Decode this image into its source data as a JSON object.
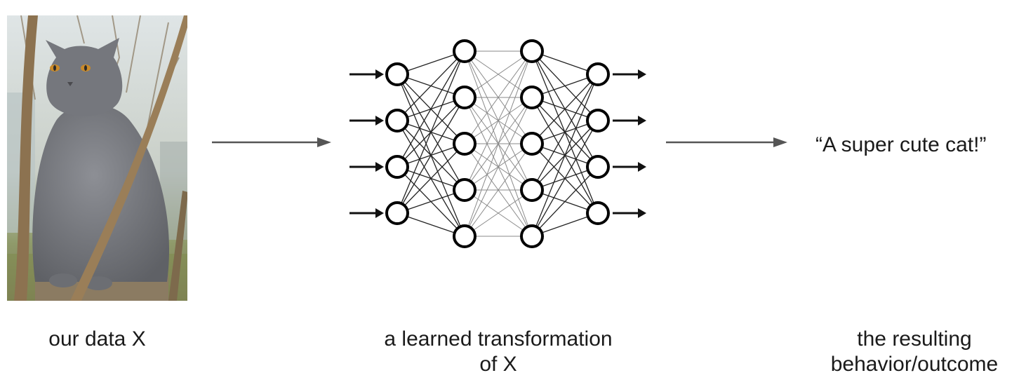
{
  "diagram": {
    "output_quote": "“A super cute cat!”",
    "captions": {
      "data": "our data X",
      "transformation_line1": "a learned transformation",
      "transformation_line2": "of X",
      "outcome_line1": "the resulting",
      "outcome_line2": "behavior/outcome"
    },
    "network": {
      "layer_sizes": [
        4,
        5,
        5,
        4
      ],
      "input_arrows": 4,
      "output_arrows": 4
    },
    "colors": {
      "flow_arrow": "#555555",
      "node_stroke": "#000000",
      "text": "#1a1a1a"
    },
    "icons": {
      "photo": "gray-cat-photo",
      "arrow": "right-arrow-icon"
    }
  }
}
